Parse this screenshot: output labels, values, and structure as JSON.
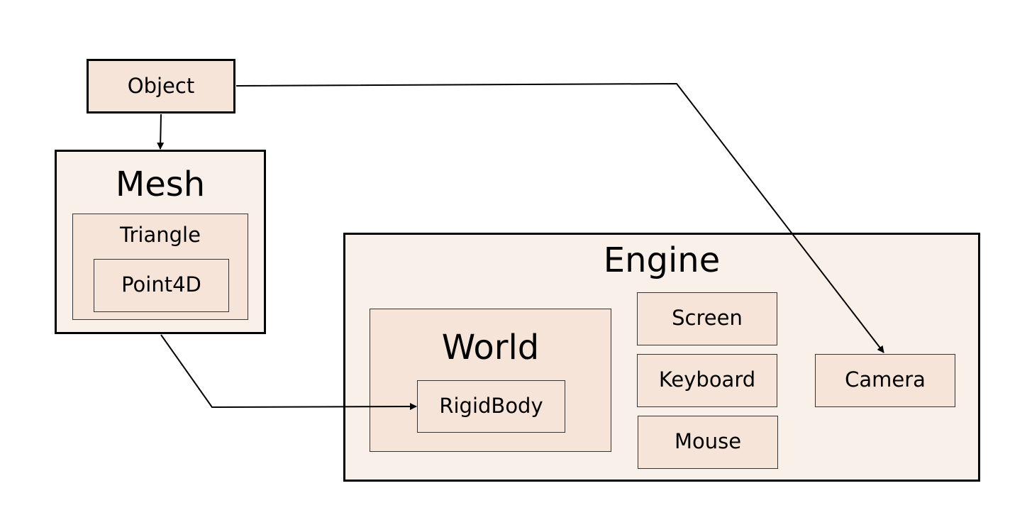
{
  "nodes": {
    "object": "Object",
    "mesh": "Mesh",
    "triangle": "Triangle",
    "point4d": "Point4D",
    "engine": "Engine",
    "world": "World",
    "rigidbody": "RigidBody",
    "screen": "Screen",
    "keyboard": "Keyboard",
    "mouse": "Mouse",
    "camera": "Camera"
  },
  "edges": [
    {
      "from": "Object",
      "to": "Mesh"
    },
    {
      "from": "Object",
      "to": "Camera"
    },
    {
      "from": "Mesh",
      "to": "RigidBody"
    }
  ],
  "colors": {
    "outer_fill": "#faf0ea",
    "inner_fill": "#f6e4d8",
    "stroke": "#000000"
  }
}
